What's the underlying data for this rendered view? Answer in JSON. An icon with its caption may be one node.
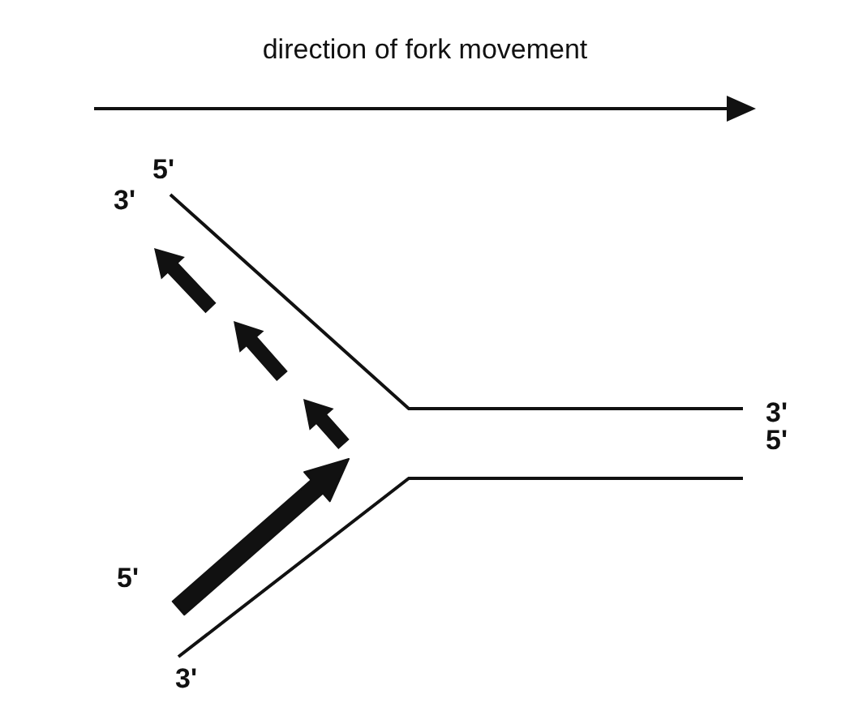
{
  "diagram": {
    "labels": [
      "direction of fork movement",
      "5'",
      "3'",
      "3'",
      "5'",
      "5'",
      "3'"
    ]
  }
}
